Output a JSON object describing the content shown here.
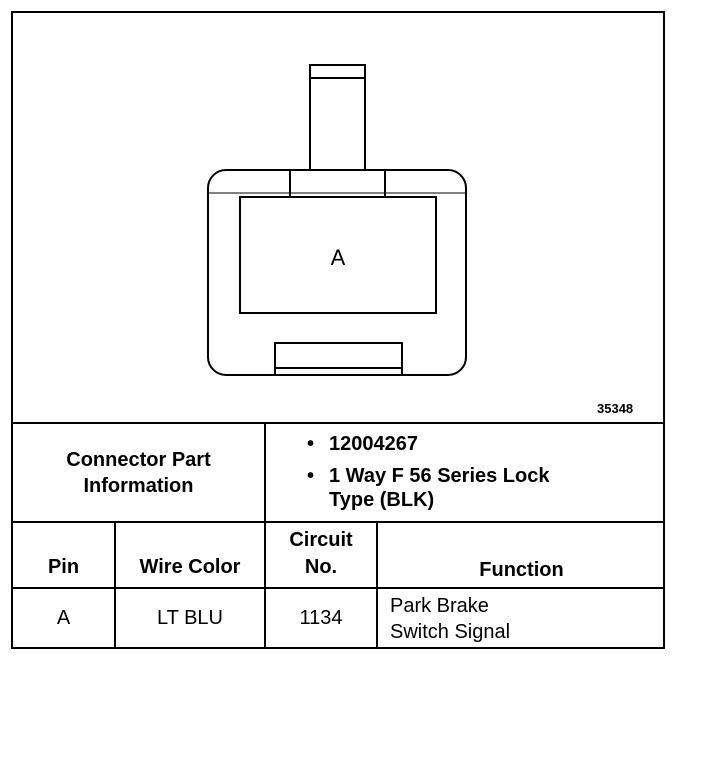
{
  "figure_number": "35348",
  "connector": {
    "cavity_label": "A"
  },
  "part_info": {
    "label_line1": "Connector Part",
    "label_line2": "Information",
    "part_number": "12004267",
    "description_line1": "1 Way F 56 Series Lock",
    "description_line2": "Type (BLK)"
  },
  "table": {
    "headers": {
      "pin": "Pin",
      "wire_color": "Wire Color",
      "circuit_line1": "Circuit",
      "circuit_line2": "No.",
      "function": "Function"
    },
    "rows": [
      {
        "pin": "A",
        "wire_color": "LT BLU",
        "circuit": "1134",
        "function_line1": "Park Brake",
        "function_line2": "Switch Signal"
      }
    ]
  }
}
